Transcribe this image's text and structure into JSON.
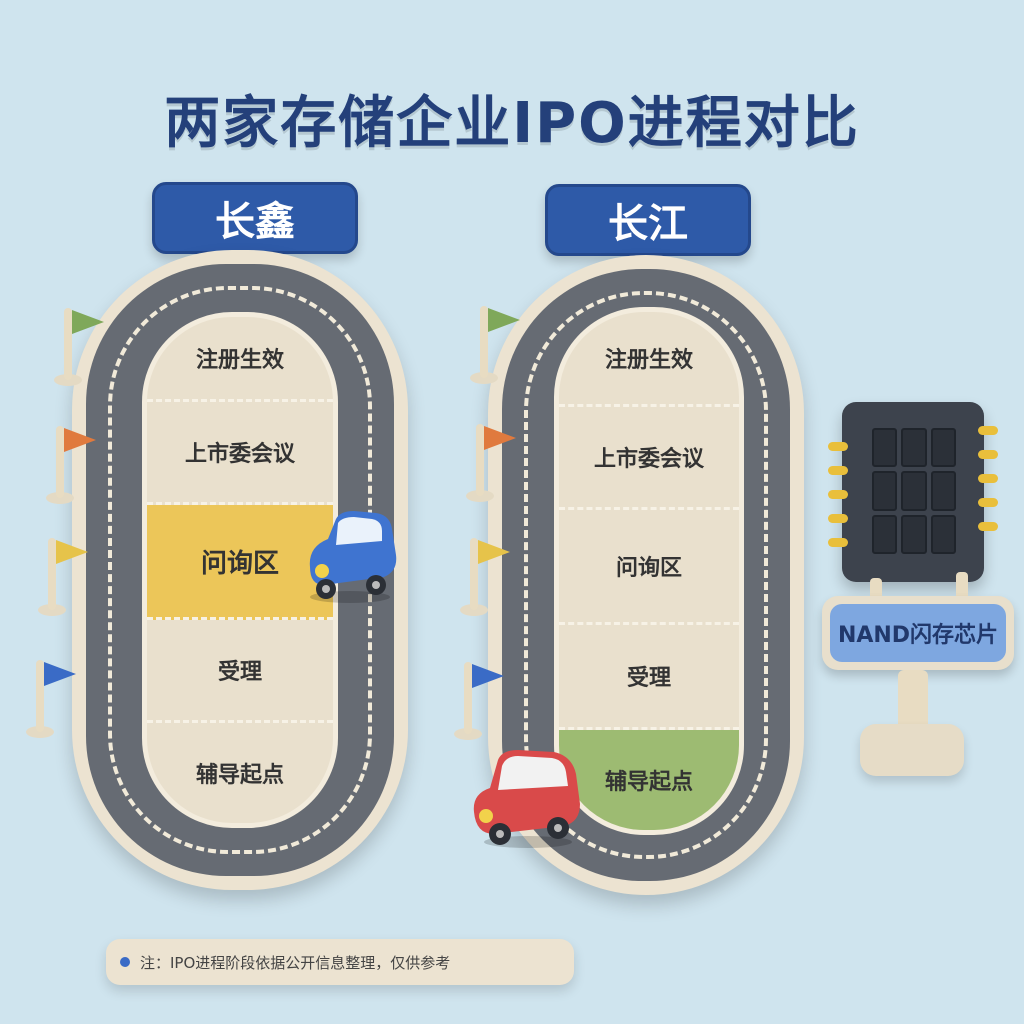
{
  "title": "两家存储企业IPO进程对比",
  "companies": [
    {
      "name": "长鑫",
      "stages": [
        "注册生效",
        "上市委会议",
        "问询区",
        "受理",
        "辅导起点"
      ],
      "current_stage": "问询区",
      "car_color": "#3f74d0"
    },
    {
      "name": "长江",
      "stages": [
        "注册生效",
        "上市委会议",
        "问询区",
        "受理",
        "辅导起点"
      ],
      "current_stage": "辅导起点",
      "car_color": "#d94a4a"
    }
  ],
  "flags": [
    "green-flag",
    "orange-flag",
    "yellow-flag",
    "blue-flag"
  ],
  "sign": {
    "label": "NAND闪存芯片",
    "icon": "chip-icon"
  },
  "note": "注：IPO进程阶段依据公开信息整理，仅供参考",
  "colors": {
    "background": "#cfe4ee",
    "title": "#24407a",
    "badge": "#2e5aa8",
    "road": "#666b73",
    "highlight_yellow": "#ecc659",
    "highlight_green": "#9dbb72"
  }
}
